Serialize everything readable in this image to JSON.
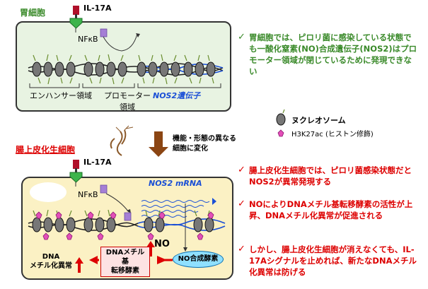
{
  "top": {
    "title": "胃細胞",
    "ligand": "IL-17A",
    "tf": "NFκB",
    "enhancer_label": "エンハンサー領域",
    "promoter_label_line1": "プロモーター",
    "promoter_label_line2": "領域",
    "gene_label": "NOS2遺伝子"
  },
  "legend": {
    "nucleosome": "ヌクレオソーム",
    "h3k27ac": "H3K27ac (ヒストン修飾)"
  },
  "transition": {
    "line1": "機能・形態の異なる",
    "line2": "細胞に変化"
  },
  "bottom": {
    "title": "腸上皮化生細胞",
    "ligand": "IL-17A",
    "tf": "NFκB",
    "mrna": "NOS2 mRNA",
    "no": "NO",
    "no_enzyme": "NO合成酵素",
    "dnmt_line1": "DNAメチル基",
    "dnmt_line2": "転移酵素",
    "dna_line1": "DNA",
    "dna_line2": "メチル化異常"
  },
  "notes": [
    {
      "mark": "✓",
      "color": "green",
      "text": "胃細胞では、ピロリ菌に感染している状態でも一酸化窒素(NO)合成遺伝子(NOS2)はプロモーター領域が閉じているために発現できない"
    },
    {
      "mark": "✓",
      "color": "red",
      "text": "腸上皮化生細胞では、ピロリ菌感染状態だとNOS2が異常発現する"
    },
    {
      "mark": "✓",
      "color": "red",
      "text": "NOによりDNAメチル基転移酵素の活性が上昇、DNAメチル化異常が促進される"
    },
    {
      "mark": "✓",
      "color": "red",
      "text": "しかし、腸上皮化生細胞が消えなくても、IL-17Aシグナルを止めれば、新たなDNAメチル化異常は防げる"
    }
  ]
}
